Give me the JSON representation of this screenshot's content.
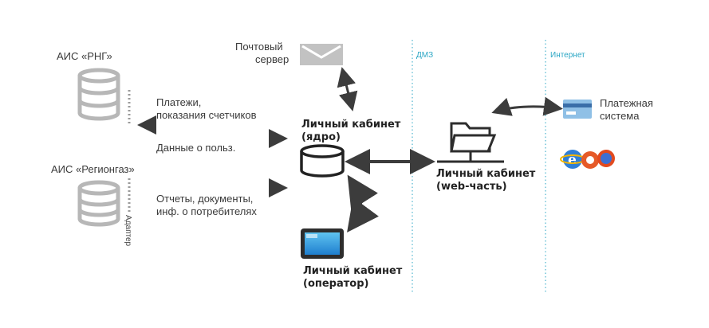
{
  "colors": {
    "accent": "#2aa6c4",
    "db_gray": "#b7b7b7",
    "arrow": "#3c3c3c",
    "core": "#222222"
  },
  "zones": {
    "dmz": "ДМЗ",
    "internet": "Интернет"
  },
  "systems": {
    "ais_rng": "АИС «РНГ»",
    "ais_regiongaz": "АИС «Регионгаз»",
    "adapter": "Адаптер",
    "mail_line1": "Почтовый",
    "mail_line2": "сервер",
    "payment_line1": "Платежная",
    "payment_line2": "система"
  },
  "flows": {
    "payments_line1": "Платежи,",
    "payments_line2": "показания счетчиков",
    "user_data": "Данные о польз.",
    "reports_line1": "Отчеты, документы,",
    "reports_line2": "инф. о потребителях"
  },
  "core": {
    "line1": "Личный кабинет",
    "line2": "(ядро)"
  },
  "web": {
    "line1": "Личный кабинет",
    "line2": "(web-часть)"
  },
  "operator": {
    "line1": "Личный кабинет",
    "line2": "(оператор)"
  },
  "icons": [
    "database-icon",
    "mail-icon",
    "folder-icon",
    "monitor-icon",
    "credit-card-icon",
    "browser-logos-icon",
    "adapter-dots"
  ]
}
